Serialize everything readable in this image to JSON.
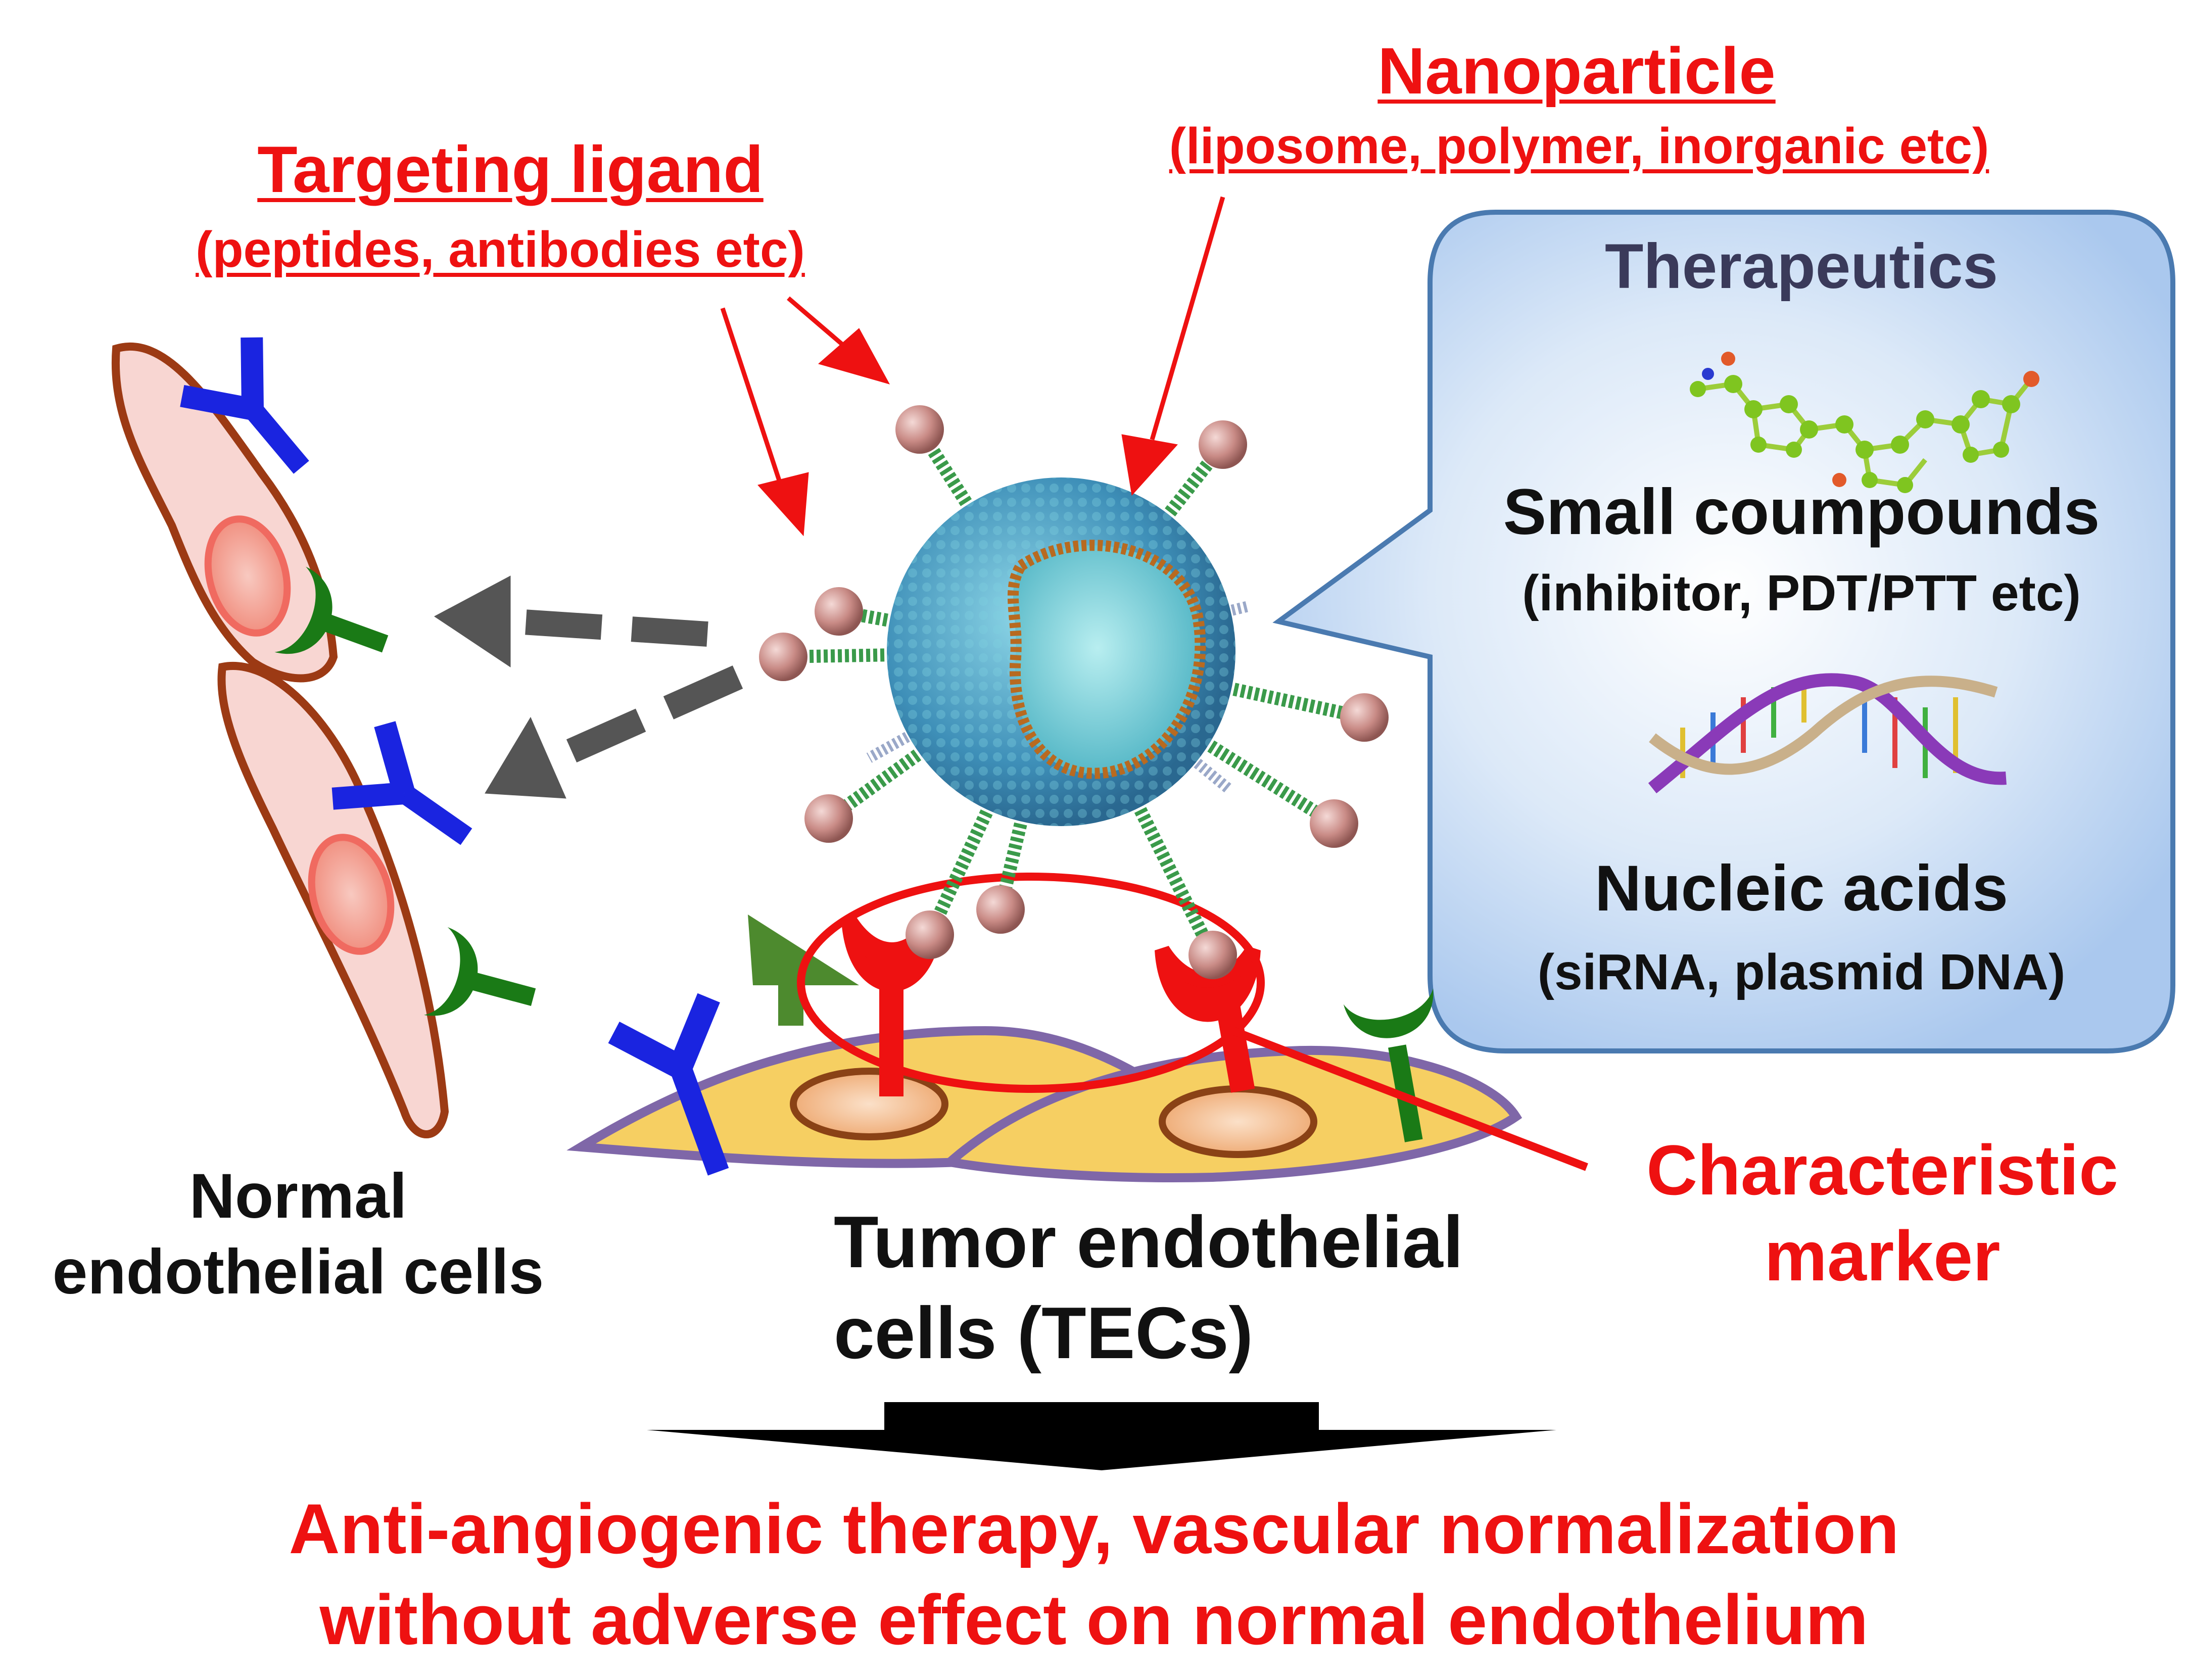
{
  "labels": {
    "targeting_ligand": "Targeting ligand",
    "targeting_ligand_sub": "(peptides, antibodies etc)",
    "nanoparticle": "Nanoparticle",
    "nanoparticle_sub": "(liposome, polymer, inorganic etc)",
    "therapeutics": "Therapeutics",
    "small_compounds": "Small coumpounds",
    "small_compounds_sub": "(inhibitor, PDT/PTT etc)",
    "nucleic_acids": "Nucleic acids",
    "nucleic_acids_sub": "(siRNA, plasmid DNA)",
    "normal_cells_line1": "Normal",
    "normal_cells_line2": "endothelial cells",
    "tumor_cells_line1": "Tumor endothelial",
    "tumor_cells_line2": "cells (TECs)",
    "marker_line1": "Characteristic",
    "marker_line2": "marker",
    "outcome_line1": "Anti-angiogenic therapy, vascular normalization",
    "outcome_line2": "without adverse effect on normal endothelium"
  },
  "colors": {
    "accent_red": "#ee1111",
    "callout_fill": "#c9ddf4",
    "callout_border": "#4a7ab0",
    "normal_cell_fill": "#f8d6d2",
    "normal_cell_border": "#9c3a14",
    "tumor_cell_fill": "#f6cf62",
    "tumor_cell_border": "#7f67a8",
    "receptor_blue": "#1a24e0",
    "receptor_green": "#1a7a16",
    "marker_red": "#ee1111",
    "dashed_arrow_grey": "#555555"
  },
  "icons": [
    "molecule-icon",
    "dna-helix-icon",
    "nanoparticle-icon",
    "y-receptor-icon",
    "cup-receptor-icon",
    "triangle-receptor-icon"
  ]
}
